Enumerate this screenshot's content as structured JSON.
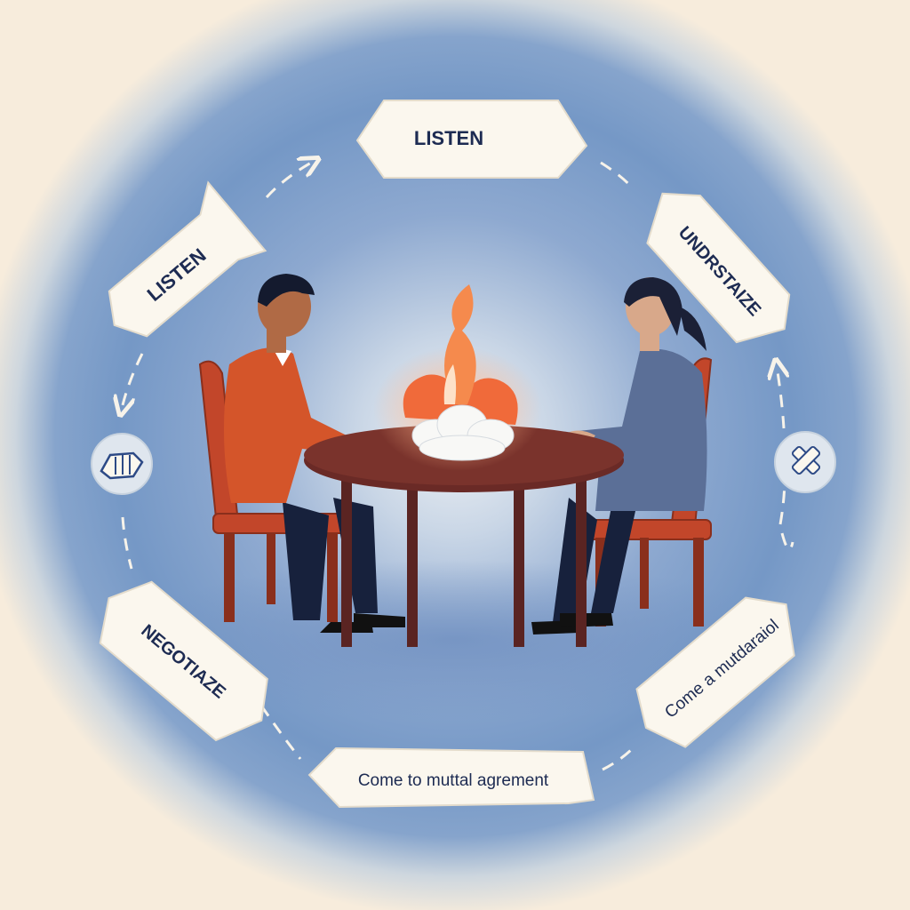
{
  "diagram": {
    "labels": {
      "top": "LISTEN",
      "left": "LISTEN",
      "right": "UNDRSTAIZE",
      "bottom_left": "NEGOTIAZE",
      "bottom": "Come to muttal agrement",
      "bottom_right": "Come a mutdaraiol"
    },
    "icons": {
      "left": "handshake-icon",
      "right": "crossed-bandage-icon",
      "center": "fire-cloud-icon"
    },
    "colors": {
      "background_outer": "#f7ecdc",
      "background_inner": "#7598c6",
      "label_text": "#1d2b52",
      "flame": "#f06a3a",
      "sweater": "#d4552a",
      "table": "#6a2a26",
      "chair": "#c2462a",
      "woman_top": "#5b6f97"
    }
  }
}
